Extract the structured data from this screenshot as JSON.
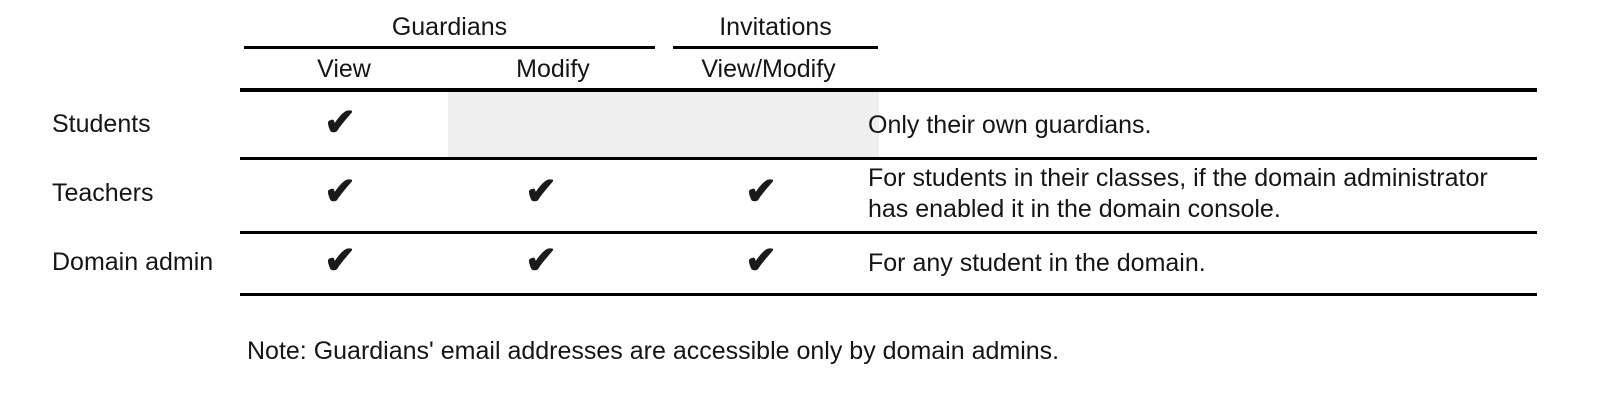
{
  "table": {
    "groups": [
      {
        "label": "Guardians",
        "name": "guardians"
      },
      {
        "label": "Invitations",
        "name": "invitations"
      }
    ],
    "columns": [
      {
        "label": "View",
        "name": "view"
      },
      {
        "label": "Modify",
        "name": "modify"
      },
      {
        "label": "View/Modify",
        "name": "view-modify"
      }
    ],
    "check_glyph": "✔",
    "rows": [
      {
        "name": "students",
        "label": "Students",
        "guardians_view": true,
        "guardians_modify": false,
        "guardians_modify_state": "not-applicable-shaded",
        "invitations_view_modify": false,
        "description_lines": [
          "Only their own guardians."
        ]
      },
      {
        "name": "teachers",
        "label": "Teachers",
        "guardians_view": true,
        "guardians_modify": true,
        "invitations_view_modify": true,
        "description_lines": [
          "For students in their classes, if the domain administrator",
          "has enabled it in the domain console."
        ]
      },
      {
        "name": "domain-admin",
        "label": "Domain admin",
        "guardians_view": true,
        "guardians_modify": true,
        "invitations_view_modify": true,
        "description_lines": [
          "For any student in the domain."
        ]
      }
    ]
  },
  "footnote": "Note: Guardians' email addresses are accessible only by domain admins.",
  "colors": {
    "page_background": "#ffffff",
    "text": "#151515",
    "rule": "#000000",
    "shaded_cell": "#efefef",
    "check": "#1a1a1a"
  }
}
